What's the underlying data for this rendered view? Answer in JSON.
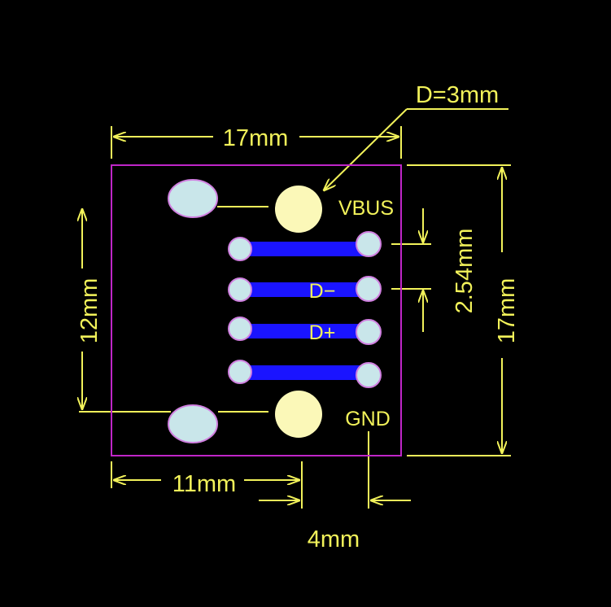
{
  "colors": {
    "background": "#000000",
    "dimension": "#f2f25a",
    "label": "#f2f25a",
    "outline": "#c026c8",
    "trace": "#1a14ff",
    "pad": "#c9e6ea",
    "pad_ring": "#d080e0",
    "through_hole": "#fbf8b8"
  },
  "labels": {
    "hole_diameter": "D=3mm",
    "top_width": "17mm",
    "right_height": "17mm",
    "pitch": "2.54mm",
    "left_height": "12mm",
    "bottom_left": "11mm",
    "bottom_right": "4mm",
    "vbus": "VBUS",
    "d_minus": "D−",
    "d_plus": "D+",
    "gnd": "GND"
  }
}
